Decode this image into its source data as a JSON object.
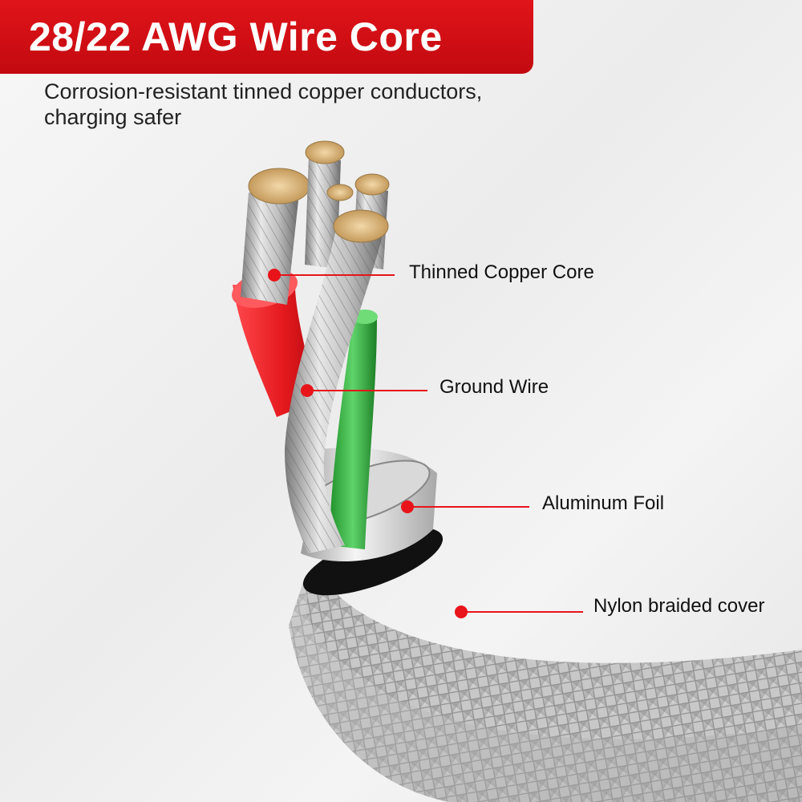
{
  "header": {
    "title": "28/22 AWG Wire Core",
    "subtitle_line1": "Corrosion-resistant tinned copper conductors,",
    "subtitle_line2": "charging safer"
  },
  "callouts": [
    {
      "label": "Thinned Copper Core"
    },
    {
      "label": "Ground Wire"
    },
    {
      "label": "Aluminum Foil"
    },
    {
      "label": "Nylon braided cover"
    }
  ],
  "colors": {
    "accent": "#d9141a",
    "red_wire": "#f0262a",
    "green_wire": "#2fb23a",
    "braid": "#b9b9b9"
  }
}
